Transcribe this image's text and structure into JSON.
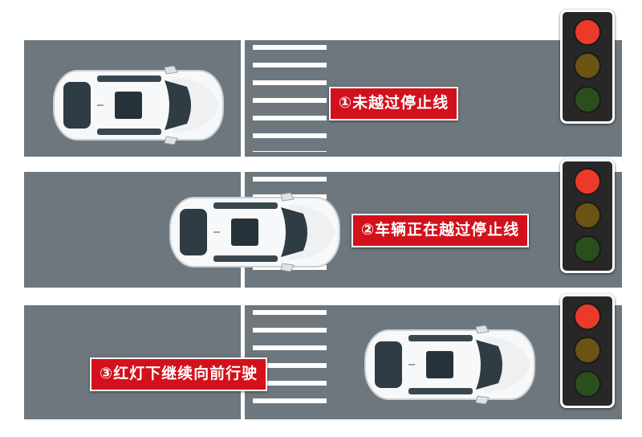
{
  "labels": {
    "lane1": "①未越过停止线",
    "lane2": "②车辆正在越过停止线",
    "lane3": "③红灯下继续向前行驶"
  },
  "colors": {
    "road": "#6d777d",
    "stop_line": "#ffffff",
    "label_bg": "#d2111c",
    "light_red": "#ec3a2a",
    "light_yellow_off": "#6a5314",
    "light_green_off": "#2a4e1c",
    "light_housing": "#272727",
    "car_body": "#f7f8f9",
    "car_glass": "#2f3c44"
  },
  "traffic_lights": [
    {
      "lane": 1,
      "state": "red"
    },
    {
      "lane": 2,
      "state": "red"
    },
    {
      "lane": 3,
      "state": "red"
    }
  ]
}
